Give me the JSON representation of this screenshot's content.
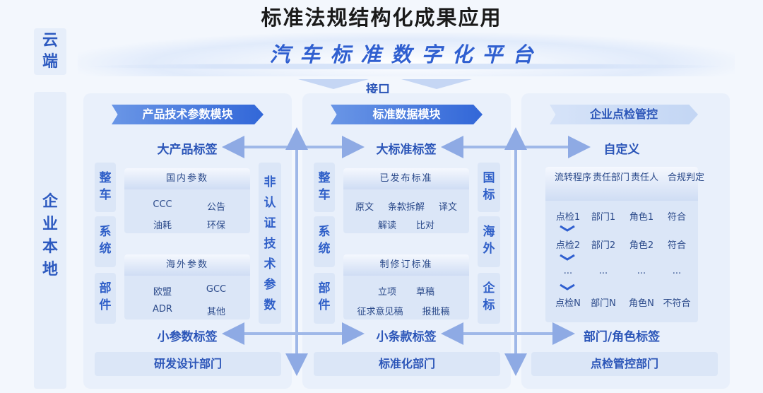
{
  "title": "标准法规结构化成果应用",
  "cloud_label": "云端",
  "local_label": "企业本地",
  "platform_title": "汽车标准数字化平台",
  "interface_label": "接口",
  "left": {
    "banner": "产品技术参数模块",
    "top_label": "大产品标签",
    "bottom_label": "小参数标签",
    "dept": "研发设计部门",
    "side_tabs": [
      "整车",
      "系统",
      "部件"
    ],
    "right_tab": "非认证技术参数",
    "card1": {
      "head": "国内参数",
      "cells": [
        "CCC",
        "公告",
        "油耗",
        "环保"
      ]
    },
    "card2": {
      "head": "海外参数",
      "cells": [
        "欧盟",
        "GCC",
        "ADR",
        "其他"
      ]
    }
  },
  "middle": {
    "banner": "标准数据模块",
    "top_label": "大标准标签",
    "bottom_label": "小条款标签",
    "dept": "标准化部门",
    "side_tabs": [
      "整车",
      "系统",
      "部件"
    ],
    "right_tabs": [
      "国标",
      "海外",
      "企标"
    ],
    "card1": {
      "head": "已发布标准",
      "cells": [
        "原文",
        "条款拆解",
        "译文",
        "解读",
        "比对"
      ]
    },
    "card2": {
      "head": "制修订标准",
      "cells": [
        "立项",
        "草稿",
        "征求意见稿",
        "报批稿"
      ]
    }
  },
  "right": {
    "banner": "企业点检管控",
    "top_label": "自定义",
    "bottom_label": "部门/角色标签",
    "dept": "点检管控部门",
    "table": {
      "headers": [
        "流转程序",
        "责任部门",
        "责任人",
        "合规判定"
      ],
      "rows": [
        [
          "点检1",
          "部门1",
          "角色1",
          "符合"
        ],
        [
          "点检2",
          "部门2",
          "角色2",
          "符合"
        ],
        [
          "...",
          "...",
          "...",
          "..."
        ],
        [
          "点检N",
          "部门N",
          "角色N",
          "不符合"
        ]
      ]
    }
  }
}
